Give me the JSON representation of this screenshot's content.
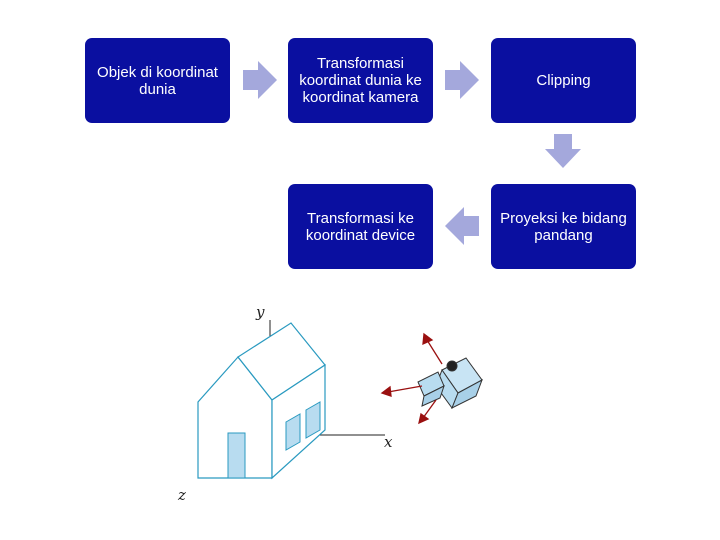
{
  "flow": {
    "step1": "Objek di koordinat dunia",
    "step2": "Transformasi koordinat dunia ke koordinat kamera",
    "step3": "Clipping",
    "step4": "Proyeksi ke bidang pandang",
    "step5": "Transformasi ke koordinat device"
  },
  "scene": {
    "axis_y": "y",
    "axis_x": "x",
    "axis_z": "z"
  },
  "colors": {
    "box_fill": "#0a0fa0",
    "arrow_fill": "#a4a8dc",
    "house_line": "#2a9ac0",
    "house_door": "#b8dcf0",
    "camera_arrows": "#9a1010"
  }
}
